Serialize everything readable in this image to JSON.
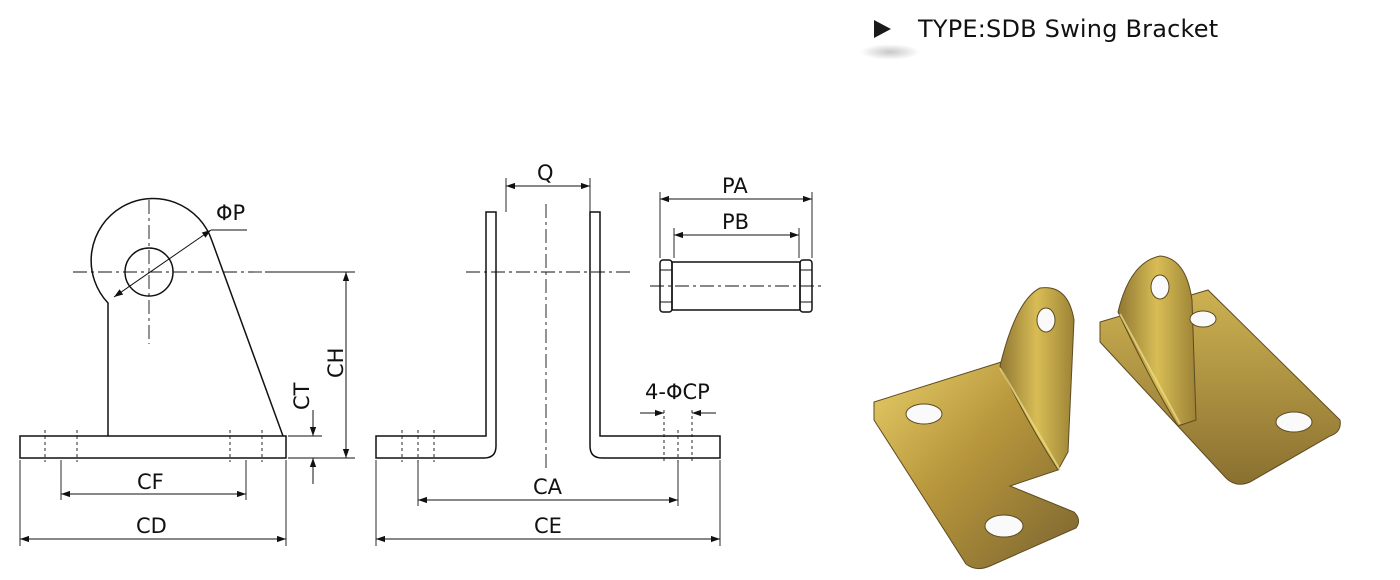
{
  "header": {
    "arrow_icon": "triangle-right-icon",
    "title": "TYPE:SDB Swing Bracket"
  },
  "side_view": {
    "labels": {
      "phi_p": "ΦP",
      "ch": "CH",
      "ct": "CT",
      "cf": "CF",
      "cd": "CD"
    }
  },
  "front_view": {
    "labels": {
      "q": "Q",
      "ca": "CA",
      "ce": "CE",
      "holes": "4-ΦCP"
    }
  },
  "pin_view": {
    "labels": {
      "pa": "PA",
      "pb": "PB"
    }
  },
  "photo": {
    "subject": "swing-bracket-photo",
    "colors": {
      "metal_light": "#d9b84a",
      "metal_mid": "#a98a36",
      "metal_dark": "#6f5a2a"
    }
  }
}
